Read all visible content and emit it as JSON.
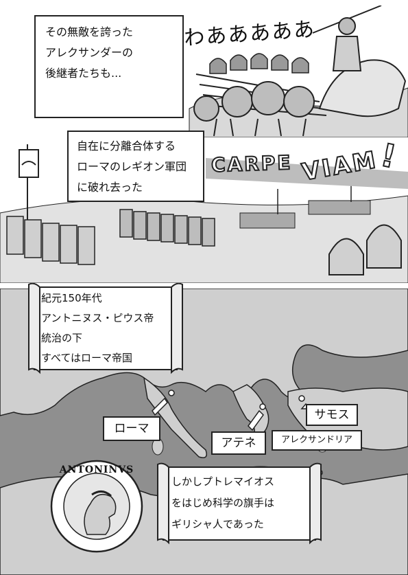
{
  "panel1": {
    "caption": "その無敵を誇った\nアレクサンダーの\n後継者たちも...",
    "shout": "わあああああ"
  },
  "panel2": {
    "caption": "自在に分離合体する\nローマのレギオン軍団\nに破れ去った",
    "sfx_word1": "CARPE",
    "sfx_word2": "VIAM",
    "sfx_bang": "!"
  },
  "panel3": {
    "scroll_top": "紀元150年代\nアントニヌス・ピウス帝\n統治の下\nすべてはローマ帝国",
    "labels": {
      "rome": "ローマ",
      "athens": "アテネ",
      "samos": "サモス",
      "alexandria": "アレクサンドリア"
    },
    "coin_inscription": "ANTONINVS",
    "scroll_bottom": "しかしプトレマイオス\nをはじめ科学の旗手は\nギリシャ人であった"
  },
  "colors": {
    "ink": "#222222",
    "sea": "#8f8f8f",
    "land": "#cfcfcf",
    "paper": "#ffffff"
  }
}
